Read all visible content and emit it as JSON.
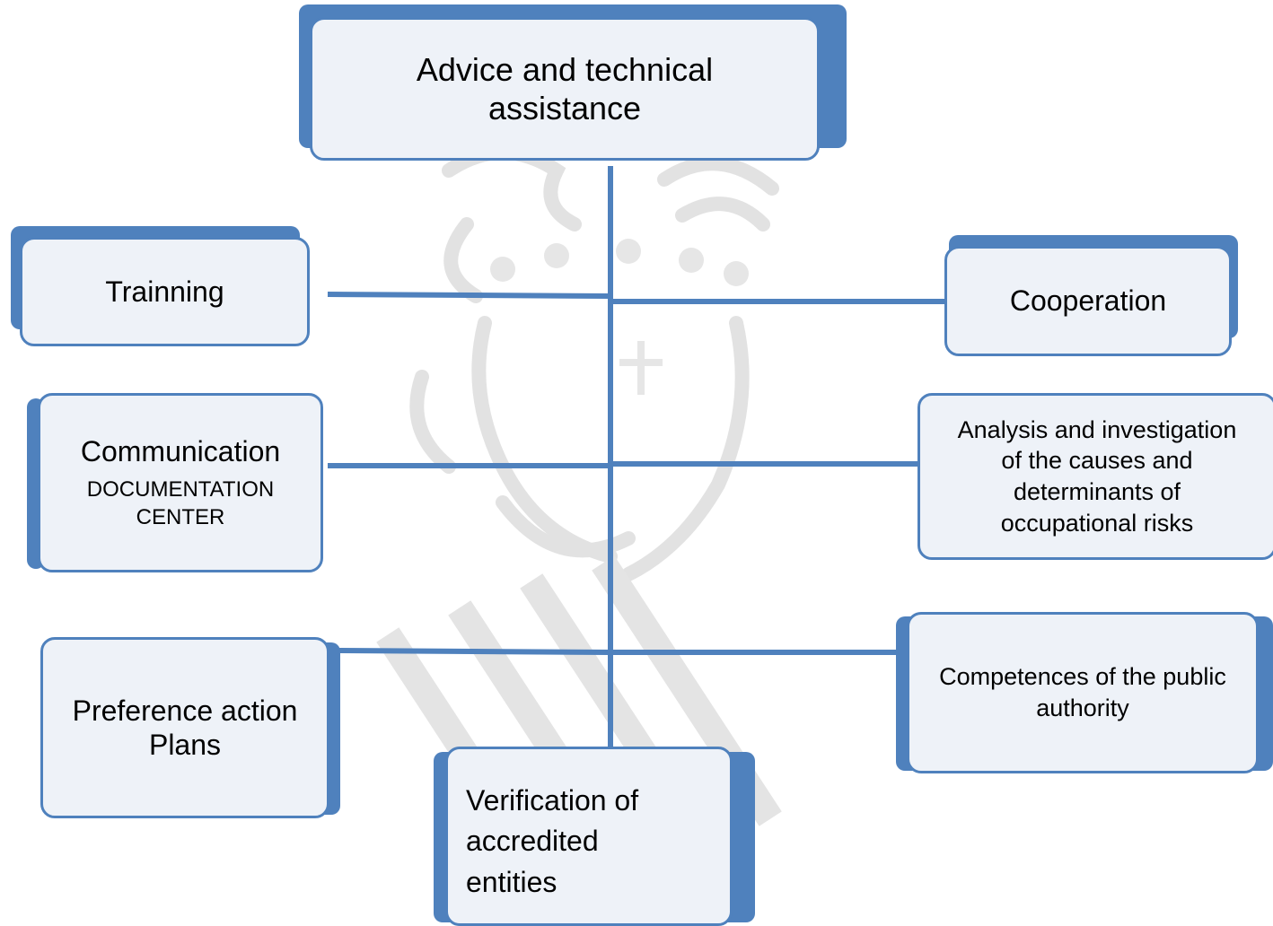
{
  "diagram": {
    "root": {
      "label": "Advice and technical assistance"
    },
    "nodes": [
      {
        "id": "training",
        "label": "Trainning"
      },
      {
        "id": "cooperation",
        "label": "Cooperation"
      },
      {
        "id": "communication",
        "label": "Communication",
        "sublabel": "DOCUMENTATION CENTER"
      },
      {
        "id": "analysis",
        "label": "Analysis and investigation of the causes and determinants of occupational risks"
      },
      {
        "id": "preference",
        "label": "Preference action Plans"
      },
      {
        "id": "competences",
        "label": "Competences of the public authority"
      },
      {
        "id": "verification",
        "label": "Verification of accredited entities"
      }
    ]
  },
  "colors": {
    "accent": "#4f81bd",
    "box_fill": "#eef2f8",
    "watermark": "#e3e3e3"
  }
}
